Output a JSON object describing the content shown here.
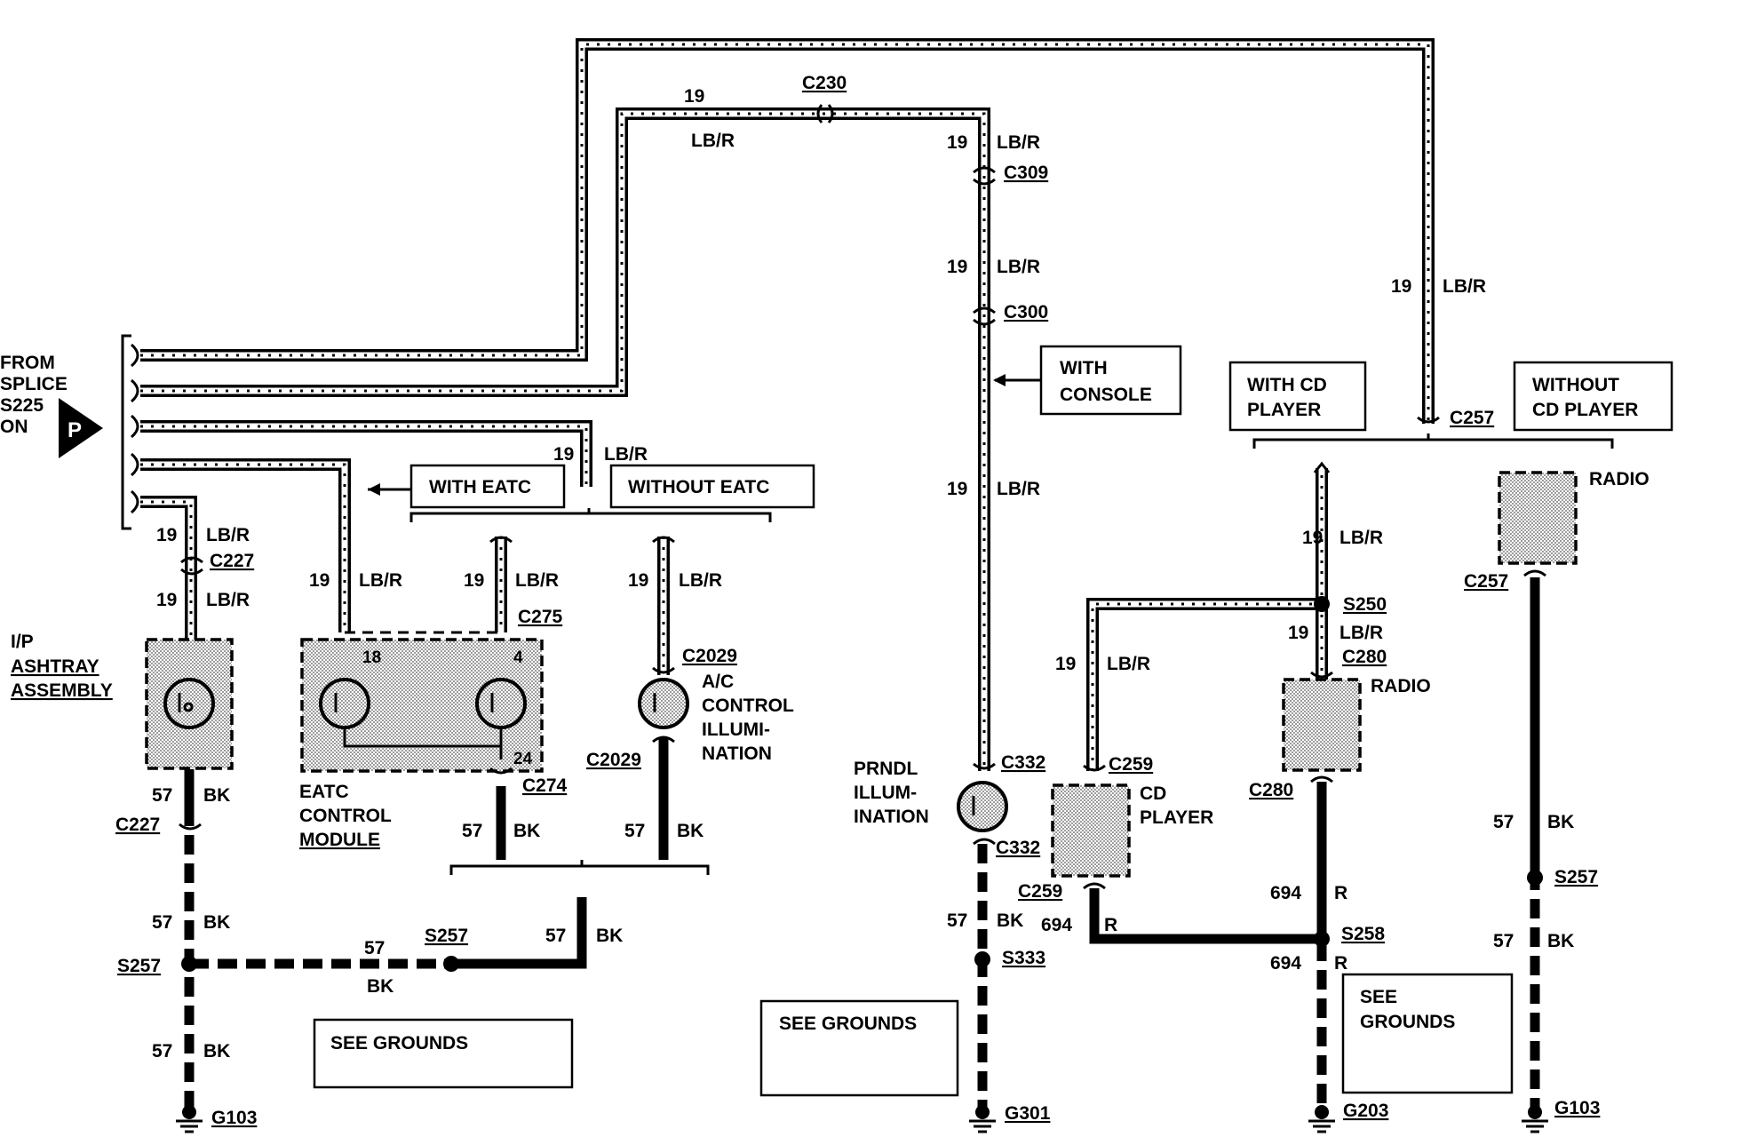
{
  "source": {
    "lines": [
      "FROM",
      "SPLICE",
      "S225",
      "ON"
    ],
    "badge": "P"
  },
  "callouts": {
    "with_eatc": "WITH EATC",
    "without_eatc": "WITHOUT EATC",
    "with_console_1": "WITH",
    "with_console_2": "CONSOLE",
    "with_cd_1": "WITH CD",
    "with_cd_2": "PLAYER",
    "without_cd_1": "WITHOUT",
    "without_cd_2": "CD PLAYER",
    "see_grounds_1": "SEE GROUNDS",
    "see_grounds_2": "SEE GROUNDS",
    "see_grounds_3a": "SEE",
    "see_grounds_3b": "GROUNDS"
  },
  "circuit": {
    "lbr_num": "19",
    "lbr_color": "LB/R",
    "bk_num": "57",
    "bk_color": "BK",
    "r_num": "694",
    "r_color": "R"
  },
  "connectors": {
    "c230": "C230",
    "c309": "C309",
    "c300": "C300",
    "c257": "C257",
    "c227": "C227",
    "c275": "C275",
    "c274": "C274",
    "c2029": "C2029",
    "c332": "C332",
    "c259": "C259",
    "c280": "C280"
  },
  "splices": {
    "s257": "S257",
    "s250": "S250",
    "s258": "S258",
    "s333": "S333"
  },
  "grounds": {
    "g103": "G103",
    "g301": "G301",
    "g203": "G203"
  },
  "components": {
    "ashtray": [
      "I/P",
      "ASHTRAY",
      "ASSEMBLY"
    ],
    "eatc": [
      "EATC",
      "CONTROL",
      "MODULE"
    ],
    "eatc_pins": [
      "18",
      "4",
      "24"
    ],
    "ac": [
      "A/C",
      "CONTROL",
      "ILLUMI-",
      "NATION"
    ],
    "prndl": [
      "PRNDL",
      "ILLUM-",
      "INATION"
    ],
    "cd": [
      "CD",
      "PLAYER"
    ],
    "radio": "RADIO"
  }
}
